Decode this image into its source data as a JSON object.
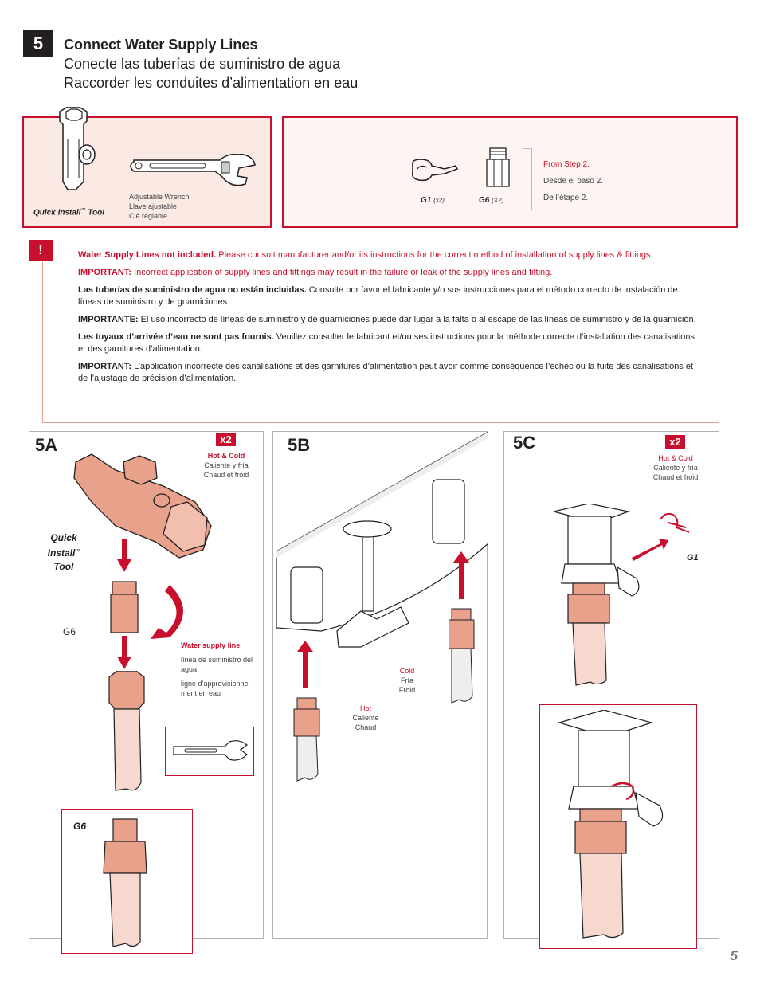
{
  "step": {
    "number": "5",
    "title_en": "Connect Water Supply Lines",
    "title_es": "Conecte las tuberías de suministro de agua",
    "title_fr": "Raccorder les conduites d’alimentation en eau"
  },
  "tools": {
    "quick_install_tool": "Quick Install",
    "tm": "™",
    "tool_word": "Tool",
    "wrench_en": "Adjustable Wrench",
    "wrench_es": "Llave ajustable",
    "wrench_fr": "Clé réglable"
  },
  "parts": {
    "g1_label": "G1",
    "g1_qty": "(x2)",
    "g6_label": "G6",
    "g6_qty": "(X2)",
    "from_en": "From Step 2.",
    "from_es": "Desde el paso 2.",
    "from_fr": "De l’étape 2."
  },
  "warning": {
    "icon": "!",
    "p1_bold": "Water Supply Lines not included.",
    "p1_rest": " Please consult manufacturer and/or its instructions for the correct method of installation of supply lines & fittings.",
    "p2_bold": "IMPORTANT:",
    "p2_rest": " Incorrect application of supply lines and fittings may result in the failure or leak of the supply lines and fitting.",
    "p3_bold": "Las tuberías de suministro de agua no están incluidas.",
    "p3_rest": " Consulte por favor el fabricante y/o sus instrucciones para el método correcto de instalación de líneas de suministro y de guarniciones.",
    "p4_bold": "IMPORTANTE:",
    "p4_rest": " El uso incorrecto de líneas de suministro y de guarniciones puede dar lugar a la falta o al escape de las líneas de suministro y de la guarnición.",
    "p5_bold": "Les tuyaux d’arrivée d’eau ne sont pas fournis.",
    "p5_rest": " Veuillez consulter le fabricant et/ou ses instructions pour la méthode correcte d’installation des canalisations et des garnitures d’alimentation.",
    "p6_bold": "IMPORTANT:",
    "p6_rest": " L’application incorrecte des canalisations et des garnitures d’alimentation peut avoir comme conséquence l’échec ou la fuite des canalisations et de l’ajustage de précision d’alimentation."
  },
  "panel_a": {
    "label": "5A",
    "qty": "x2",
    "hc_en": "Hot & Cold",
    "hc_es": "Caliente y fría",
    "hc_fr": "Chaud et froid",
    "tool_l1": "Quick",
    "tool_l2": "Install",
    "tool_tm": "™",
    "tool_l3": "Tool",
    "g6": "G6",
    "supply_en": "Water supply line",
    "supply_es": "línea de suministro del agua",
    "supply_fr": "ligne d’approvisionne-ment en eau",
    "inset_g6": "G6"
  },
  "panel_b": {
    "label": "5B",
    "cold_en": "Cold",
    "cold_es": "Fría",
    "cold_fr": "Froid",
    "hot_en": "Hot",
    "hot_es": "Caliente",
    "hot_fr": "Chaud"
  },
  "panel_c": {
    "label": "5C",
    "qty": "x2",
    "hc_en": "Hot & Cold",
    "hc_es": "Caliente y fría",
    "hc_fr": "Chaud et froid",
    "g1": "G1"
  },
  "page_number": "5",
  "colors": {
    "accent": "#c8102e",
    "copper": "#e8a28c",
    "pink_bg": "#fbe9e4",
    "hose": "#f6d8cf"
  }
}
